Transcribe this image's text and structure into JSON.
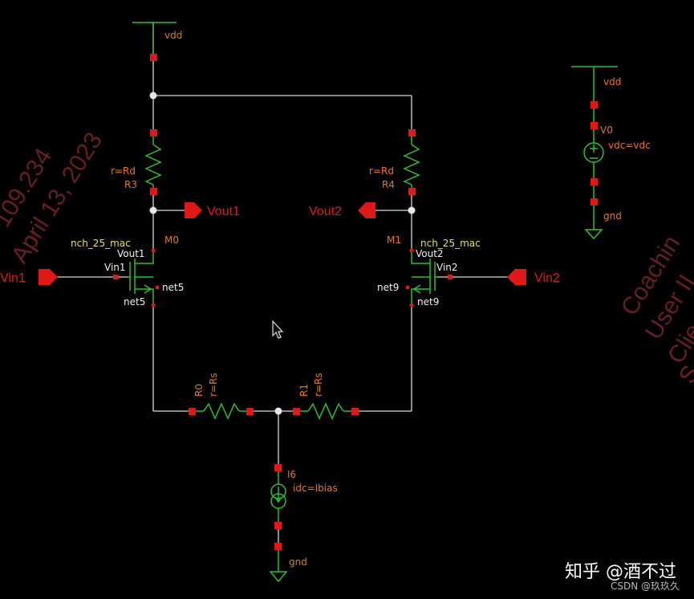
{
  "colors": {
    "background": "#000000",
    "wire": "#d9d9d9",
    "device": "#2fbf2f",
    "pin_red": "#e01818",
    "label_orange": "#e8761a",
    "label_yellow": "#e8e06a",
    "label_white": "#f2f2f2",
    "watermark": "#8a2a2a"
  },
  "labels": {
    "vdd": "vdd",
    "vdd2": "vdd",
    "gnd": "gnd",
    "gnd2": "gnd",
    "r3_param": "r=Rd",
    "r3_name": "R3",
    "r4_param": "r=Rd",
    "r4_name": "R4",
    "vout1": "Vout1",
    "vout2": "Vout2",
    "m0_model": "nch_25_mac",
    "m0_name": "M0",
    "m0_drain": "Vout1",
    "m0_gate": "Vin1",
    "m0_body": "net5",
    "m0_source": "net5",
    "m1_model": "nch_25_mac",
    "m1_name": "M1",
    "m1_drain": "Vout2",
    "m1_gate": "Vin2",
    "m1_body": "net9",
    "m1_source": "net9",
    "vin1": "Vin1",
    "vin2": "Vin2",
    "r0_name": "R0",
    "r0_param": "r=Rs",
    "r1_name": "R1",
    "r1_param": "r=Rs",
    "i6_name": "I6",
    "i6_param": "idc=Ibias",
    "v0_name": "V0",
    "v0_param": "vdc=vdc"
  },
  "watermark": {
    "left_line1": "109.234",
    "left_line2": "April 13, 2023",
    "right_line1": "Coachin",
    "right_line2": "User II",
    "right_line3": "Clie",
    "right_line4": "S"
  },
  "brand": {
    "title": "知乎 @酒不过",
    "subtitle": "CSDN @玖玖久"
  }
}
